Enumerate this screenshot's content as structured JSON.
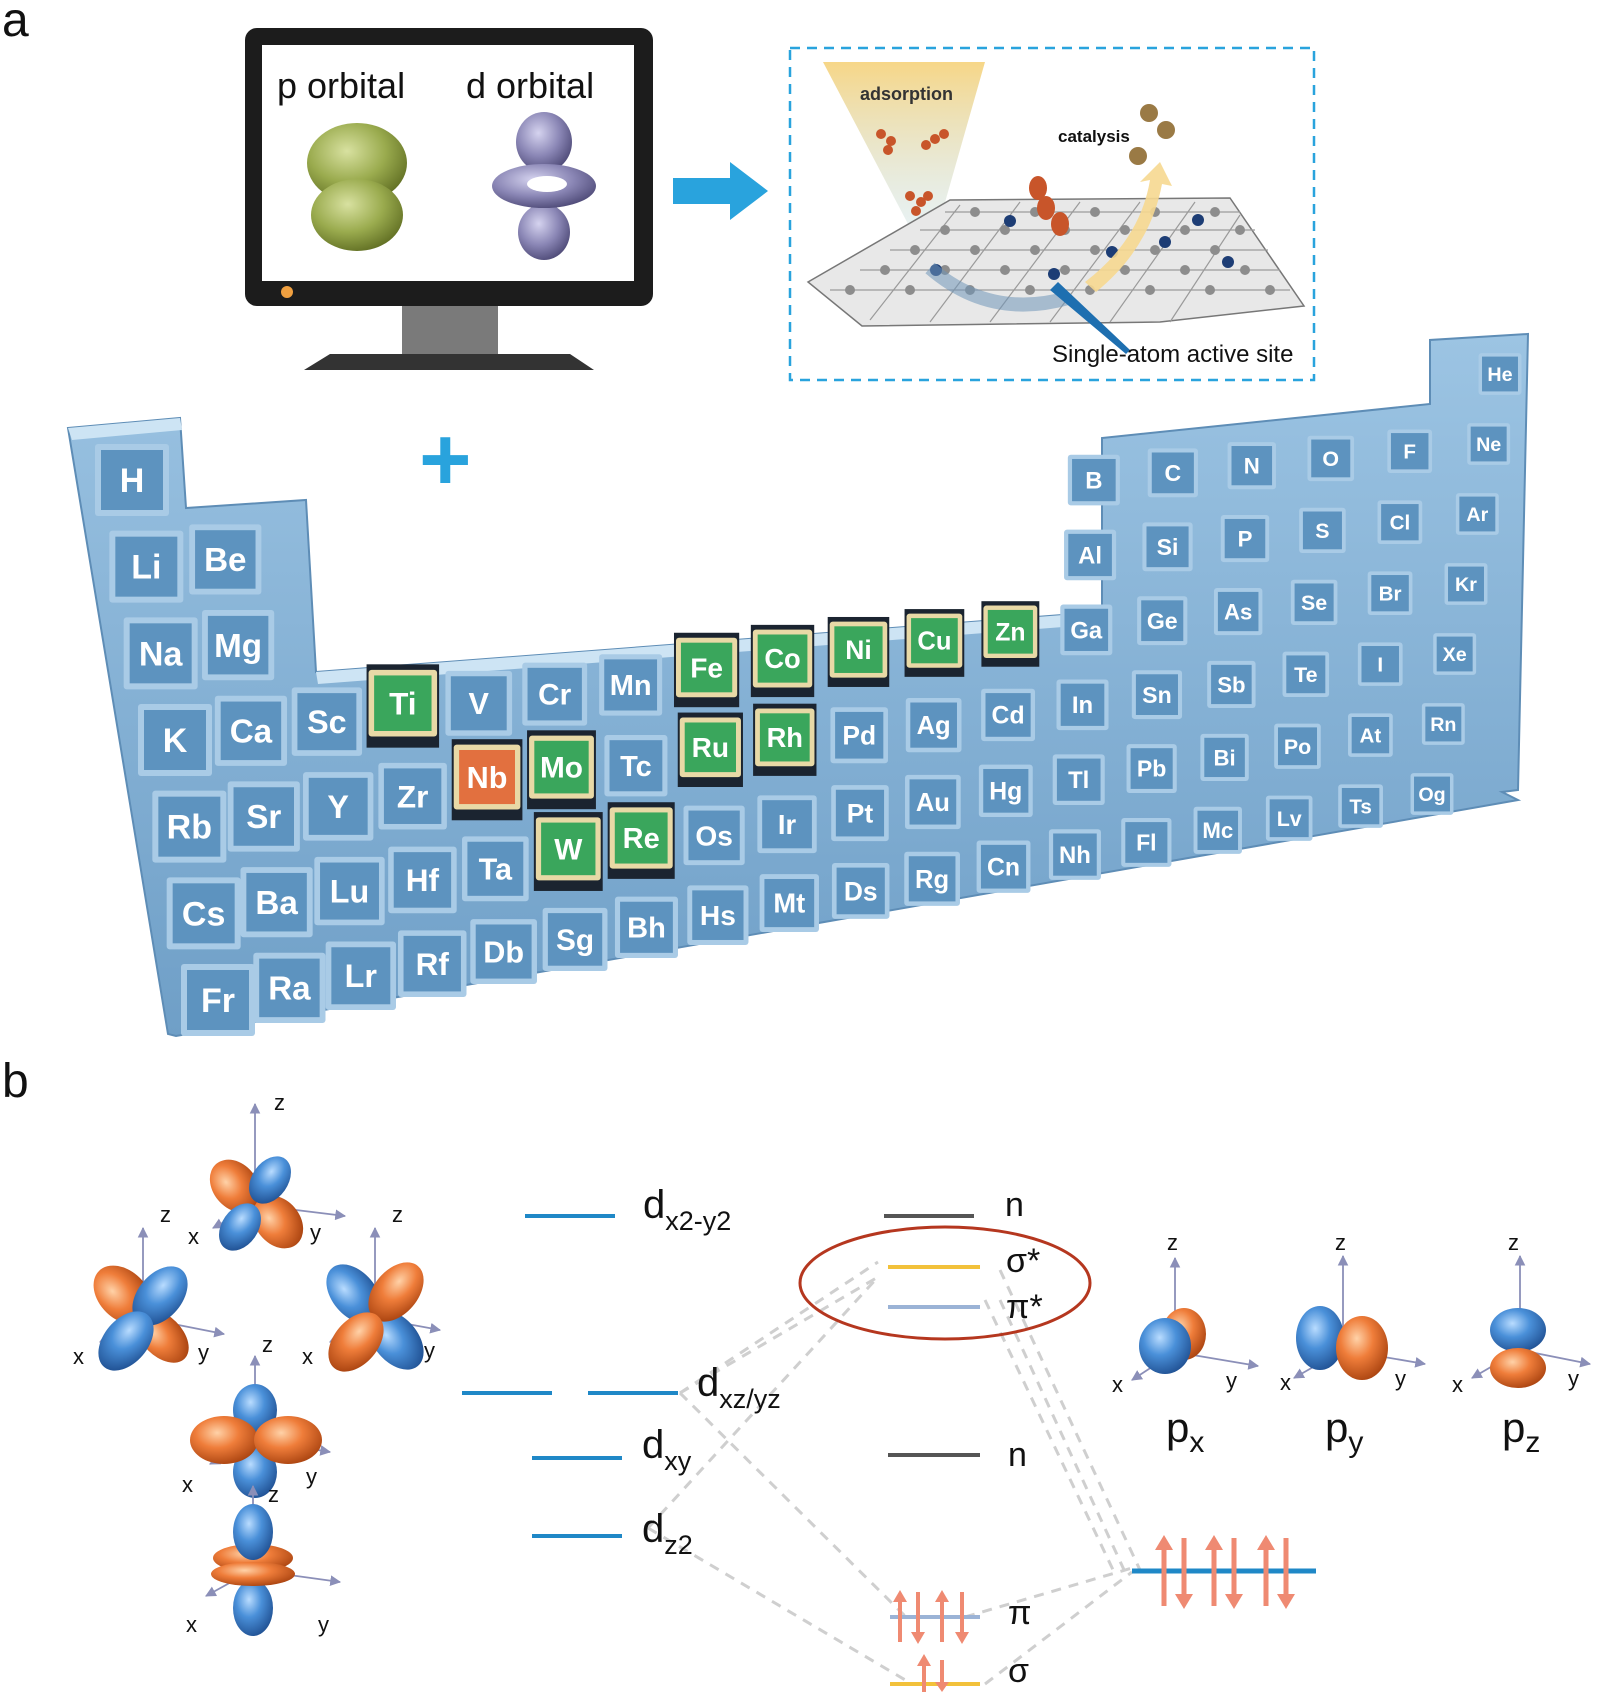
{
  "panels": {
    "a": {
      "label": "a"
    },
    "b": {
      "label": "b"
    }
  },
  "monitor": {
    "left_label": "p orbital",
    "right_label": "d orbital"
  },
  "catalysis_box": {
    "adsorption": "adsorption",
    "catalysis": "catalysis",
    "site": "Single-atom active site"
  },
  "plus_sign": "+",
  "periodic_table": {
    "highlight_green": "#3aa65c",
    "highlight_orange": "#e2703f",
    "base_color": "#5d93bf",
    "rows": [
      [
        "H"
      ],
      [
        "Li",
        "Be"
      ],
      [
        "Na",
        "Mg"
      ],
      [
        "K",
        "Ca"
      ],
      [
        "Rb",
        "Sr"
      ],
      [
        "Cs",
        "Ba"
      ],
      [
        "Fr",
        "Ra"
      ]
    ],
    "tiles": [
      {
        "s": "H",
        "g": 0,
        "p": 1
      },
      {
        "s": "He",
        "g": 17,
        "p": 1
      },
      {
        "s": "Li",
        "g": 0,
        "p": 2
      },
      {
        "s": "Be",
        "g": 1,
        "p": 2
      },
      {
        "s": "B",
        "g": 12,
        "p": 2
      },
      {
        "s": "C",
        "g": 13,
        "p": 2
      },
      {
        "s": "N",
        "g": 14,
        "p": 2
      },
      {
        "s": "O",
        "g": 15,
        "p": 2
      },
      {
        "s": "F",
        "g": 16,
        "p": 2
      },
      {
        "s": "Ne",
        "g": 17,
        "p": 2
      },
      {
        "s": "Na",
        "g": 0,
        "p": 3
      },
      {
        "s": "Mg",
        "g": 1,
        "p": 3
      },
      {
        "s": "Al",
        "g": 12,
        "p": 3
      },
      {
        "s": "Si",
        "g": 13,
        "p": 3
      },
      {
        "s": "P",
        "g": 14,
        "p": 3
      },
      {
        "s": "S",
        "g": 15,
        "p": 3
      },
      {
        "s": "Cl",
        "g": 16,
        "p": 3
      },
      {
        "s": "Ar",
        "g": 17,
        "p": 3
      },
      {
        "s": "K",
        "g": 0,
        "p": 4
      },
      {
        "s": "Ca",
        "g": 1,
        "p": 4
      },
      {
        "s": "Sc",
        "g": 2,
        "p": 4
      },
      {
        "s": "Ti",
        "g": 3,
        "p": 4,
        "h": "green"
      },
      {
        "s": "V",
        "g": 4,
        "p": 4
      },
      {
        "s": "Cr",
        "g": 5,
        "p": 4
      },
      {
        "s": "Mn",
        "g": 6,
        "p": 4
      },
      {
        "s": "Fe",
        "g": 7,
        "p": 4,
        "h": "green"
      },
      {
        "s": "Co",
        "g": 8,
        "p": 4,
        "h": "green"
      },
      {
        "s": "Ni",
        "g": 9,
        "p": 4,
        "h": "green"
      },
      {
        "s": "Cu",
        "g": 10,
        "p": 4,
        "h": "green"
      },
      {
        "s": "Zn",
        "g": 11,
        "p": 4,
        "h": "green"
      },
      {
        "s": "Ga",
        "g": 12,
        "p": 4
      },
      {
        "s": "Ge",
        "g": 13,
        "p": 4
      },
      {
        "s": "As",
        "g": 14,
        "p": 4
      },
      {
        "s": "Se",
        "g": 15,
        "p": 4
      },
      {
        "s": "Br",
        "g": 16,
        "p": 4
      },
      {
        "s": "Kr",
        "g": 17,
        "p": 4
      },
      {
        "s": "Rb",
        "g": 0,
        "p": 5
      },
      {
        "s": "Sr",
        "g": 1,
        "p": 5
      },
      {
        "s": "Y",
        "g": 2,
        "p": 5
      },
      {
        "s": "Zr",
        "g": 3,
        "p": 5
      },
      {
        "s": "Nb",
        "g": 4,
        "p": 5,
        "h": "orange"
      },
      {
        "s": "Mo",
        "g": 5,
        "p": 5,
        "h": "green"
      },
      {
        "s": "Tc",
        "g": 6,
        "p": 5
      },
      {
        "s": "Ru",
        "g": 7,
        "p": 5,
        "h": "green"
      },
      {
        "s": "Rh",
        "g": 8,
        "p": 5,
        "h": "green"
      },
      {
        "s": "Pd",
        "g": 9,
        "p": 5
      },
      {
        "s": "Ag",
        "g": 10,
        "p": 5
      },
      {
        "s": "Cd",
        "g": 11,
        "p": 5
      },
      {
        "s": "In",
        "g": 12,
        "p": 5
      },
      {
        "s": "Sn",
        "g": 13,
        "p": 5
      },
      {
        "s": "Sb",
        "g": 14,
        "p": 5
      },
      {
        "s": "Te",
        "g": 15,
        "p": 5
      },
      {
        "s": "I",
        "g": 16,
        "p": 5
      },
      {
        "s": "Xe",
        "g": 17,
        "p": 5
      },
      {
        "s": "Cs",
        "g": 0,
        "p": 6
      },
      {
        "s": "Ba",
        "g": 1,
        "p": 6
      },
      {
        "s": "Lu",
        "g": 2,
        "p": 6
      },
      {
        "s": "Hf",
        "g": 3,
        "p": 6
      },
      {
        "s": "Ta",
        "g": 4,
        "p": 6
      },
      {
        "s": "W",
        "g": 5,
        "p": 6,
        "h": "green"
      },
      {
        "s": "Re",
        "g": 6,
        "p": 6,
        "h": "green"
      },
      {
        "s": "Os",
        "g": 7,
        "p": 6
      },
      {
        "s": "Ir",
        "g": 8,
        "p": 6
      },
      {
        "s": "Pt",
        "g": 9,
        "p": 6
      },
      {
        "s": "Au",
        "g": 10,
        "p": 6
      },
      {
        "s": "Hg",
        "g": 11,
        "p": 6
      },
      {
        "s": "Tl",
        "g": 12,
        "p": 6
      },
      {
        "s": "Pb",
        "g": 13,
        "p": 6
      },
      {
        "s": "Bi",
        "g": 14,
        "p": 6
      },
      {
        "s": "Po",
        "g": 15,
        "p": 6
      },
      {
        "s": "At",
        "g": 16,
        "p": 6
      },
      {
        "s": "Rn",
        "g": 17,
        "p": 6
      },
      {
        "s": "Fr",
        "g": 0,
        "p": 7
      },
      {
        "s": "Ra",
        "g": 1,
        "p": 7
      },
      {
        "s": "Lr",
        "g": 2,
        "p": 7
      },
      {
        "s": "Rf",
        "g": 3,
        "p": 7
      },
      {
        "s": "Db",
        "g": 4,
        "p": 7
      },
      {
        "s": "Sg",
        "g": 5,
        "p": 7
      },
      {
        "s": "Bh",
        "g": 6,
        "p": 7
      },
      {
        "s": "Hs",
        "g": 7,
        "p": 7
      },
      {
        "s": "Mt",
        "g": 8,
        "p": 7
      },
      {
        "s": "Ds",
        "g": 9,
        "p": 7
      },
      {
        "s": "Rg",
        "g": 10,
        "p": 7
      },
      {
        "s": "Cn",
        "g": 11,
        "p": 7
      },
      {
        "s": "Nh",
        "g": 12,
        "p": 7
      },
      {
        "s": "Fl",
        "g": 13,
        "p": 7
      },
      {
        "s": "Mc",
        "g": 14,
        "p": 7
      },
      {
        "s": "Lv",
        "g": 15,
        "p": 7
      },
      {
        "s": "Ts",
        "g": 16,
        "p": 7
      },
      {
        "s": "Og",
        "g": 17,
        "p": 7
      }
    ]
  },
  "axes": {
    "x": "x",
    "y": "y",
    "z": "z"
  },
  "d_levels": {
    "dx2y2": {
      "main": "d",
      "sub": "x2-y2"
    },
    "dxzyz": {
      "main": "d",
      "sub": "xz/yz"
    },
    "dxy": {
      "main": "d",
      "sub": "xy"
    },
    "dz2": {
      "main": "d",
      "sub": "z2"
    }
  },
  "mo_levels": {
    "n_top": "n",
    "sigma_star": "σ*",
    "pi_star": "π*",
    "n_mid": "n",
    "pi": "π",
    "sigma": "σ"
  },
  "p_orbitals": {
    "px": {
      "main": "p",
      "sub": "x"
    },
    "py": {
      "main": "p",
      "sub": "y"
    },
    "pz": {
      "main": "p",
      "sub": "z"
    }
  },
  "colors": {
    "orbital_blue": "#4a90d9",
    "orbital_orange": "#ef7d3a",
    "level_blue": "#1f88c7",
    "sigma_star_line": "#f2c13a",
    "pi_star_line": "#9bb3d6",
    "n_line": "#555555",
    "ellipse": "#b5371f",
    "electron_arrow": "#ef8a72",
    "arrow_right": "#29a3dd"
  }
}
